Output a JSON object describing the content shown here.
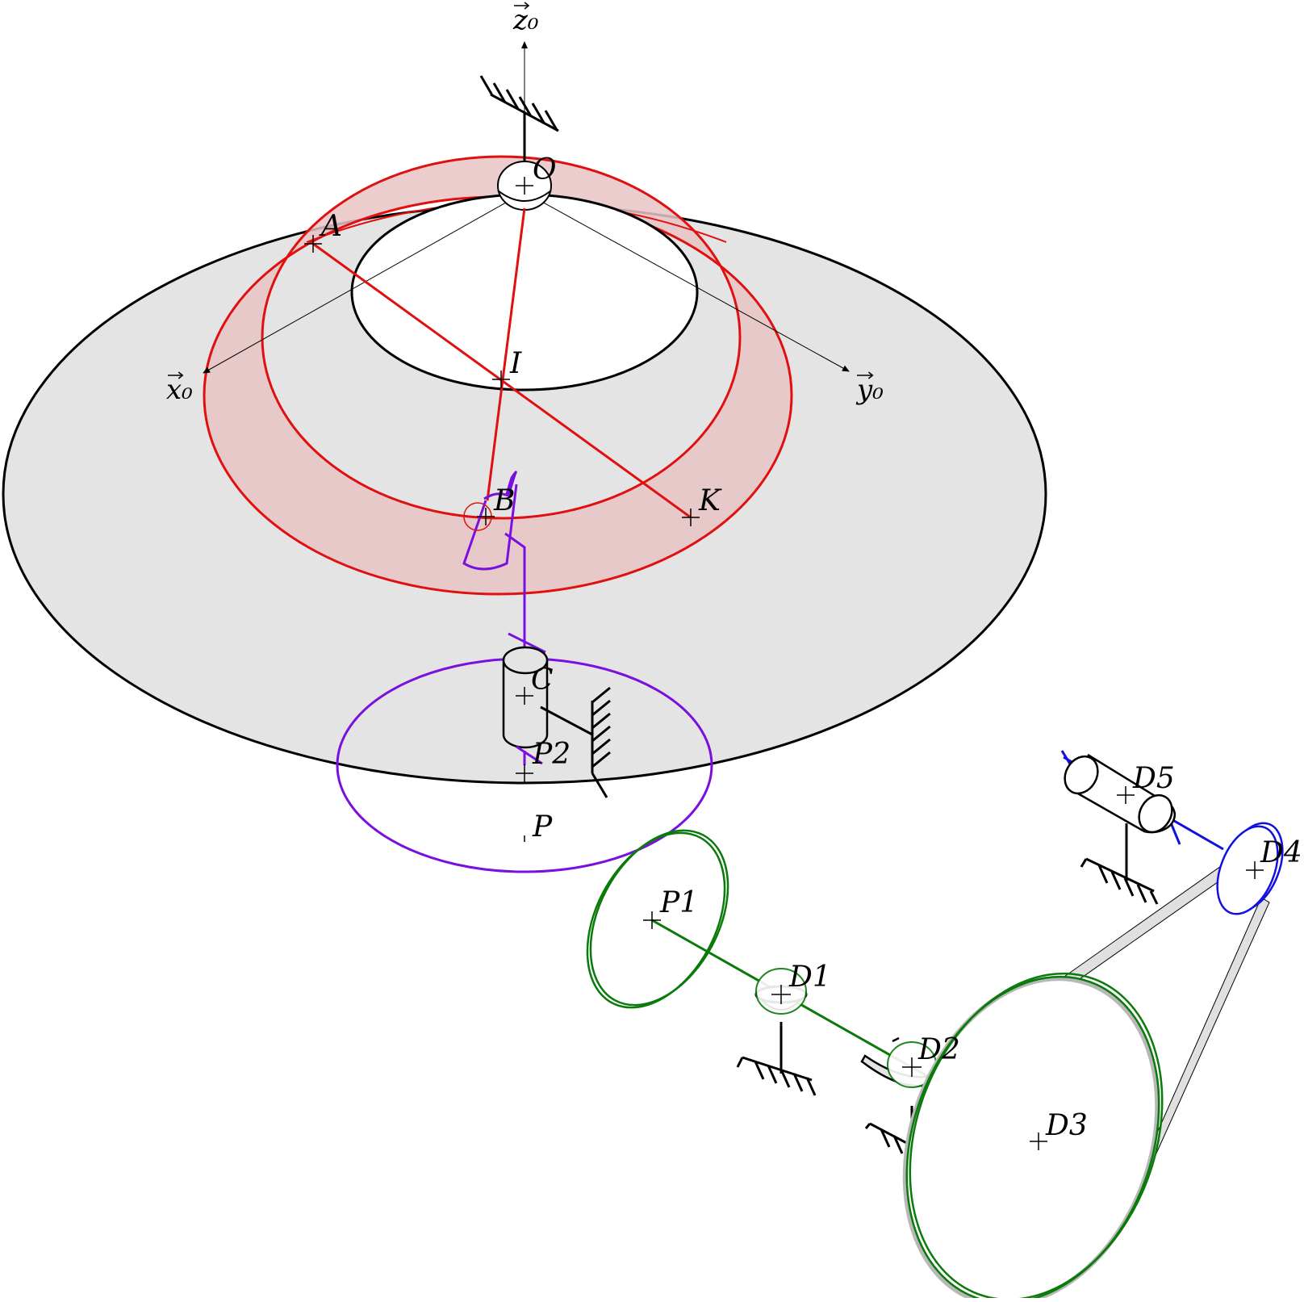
{
  "labels": {
    "z0": "z₀",
    "x0": "x₀",
    "y0": "y₀",
    "O": "O",
    "A": "A",
    "I": "I",
    "B": "B",
    "K": "K",
    "C": "C",
    "P2": "P2",
    "P": "P",
    "P1": "P1",
    "D1": "D1",
    "D2": "D2",
    "D3": "D3",
    "D4": "D4",
    "D5": "D5"
  },
  "colors": {
    "frame": "#000000",
    "disk_fill": "#e4e4e4",
    "ring": "#e01010",
    "ring_fill": "#e8c4c4",
    "purple": "#7a10e0",
    "green": "#0a7a0a",
    "blue": "#1010e0",
    "belt": "#e0e0e0"
  }
}
